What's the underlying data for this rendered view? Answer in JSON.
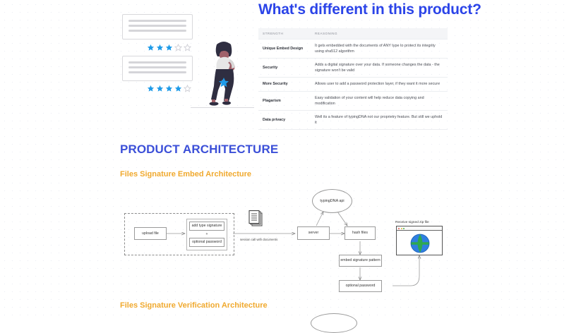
{
  "headline": "What's different in this product?",
  "illustration": {
    "name": "review-cards-illustration",
    "rating_rows": [
      {
        "filled": 3,
        "total": 5
      },
      {
        "filled": 4,
        "total": 5
      }
    ],
    "colors": {
      "star_filled": "#1f9be8",
      "star_empty": "#cfcfd6"
    }
  },
  "table": {
    "columns": [
      "STRENGTH",
      "REASONING"
    ],
    "rows": [
      {
        "strength": "Unique Embed Design",
        "reasoning": "It gets embedded with the documents of ANY type to protect its integrity using sha512 algorithm"
      },
      {
        "strength": "Security",
        "reasoning": "Adds a digital signature over your data. If someone changes the data - the signature won't be valid"
      },
      {
        "strength": "More Security",
        "reasoning": "Allows user to add a password protection layer, if they want it more secure"
      },
      {
        "strength": "Plagarism",
        "reasoning": "Easy validation of your content will help reduce data copying and modification"
      },
      {
        "strength": "Data privacy",
        "reasoning": "Well its a feature of typingDNA not our proprietry feature. But still we uphold it"
      }
    ]
  },
  "section": {
    "title": "PRODUCT ARCHITECTURE",
    "subtitle_embed": "Files Signature Embed Architecture",
    "subtitle_verify": "Files Signature Verification Architecture",
    "title_color": "#3b4fd8",
    "subtitle_color": "#f0a92e"
  },
  "diagram": {
    "nodes": {
      "upload_file": "upload file",
      "add_type_signature": "add type signature",
      "plus": "+",
      "optional_password_inner": "optional  password",
      "typingdna_api": "typingDNA api",
      "server": "server",
      "hash_files": "hash files",
      "embed_signature_pattern": "embed signature pattern",
      "optional_password": "optional password"
    },
    "edge_labels": {
      "session_call": "session call with documents"
    },
    "browser": {
      "caption": "Receive signed zip file",
      "dots": [
        "#e05a4f",
        "#e8b63c",
        "#4caf50"
      ],
      "globe_colors": [
        "#2f7fe0",
        "#2fa84f"
      ]
    }
  }
}
